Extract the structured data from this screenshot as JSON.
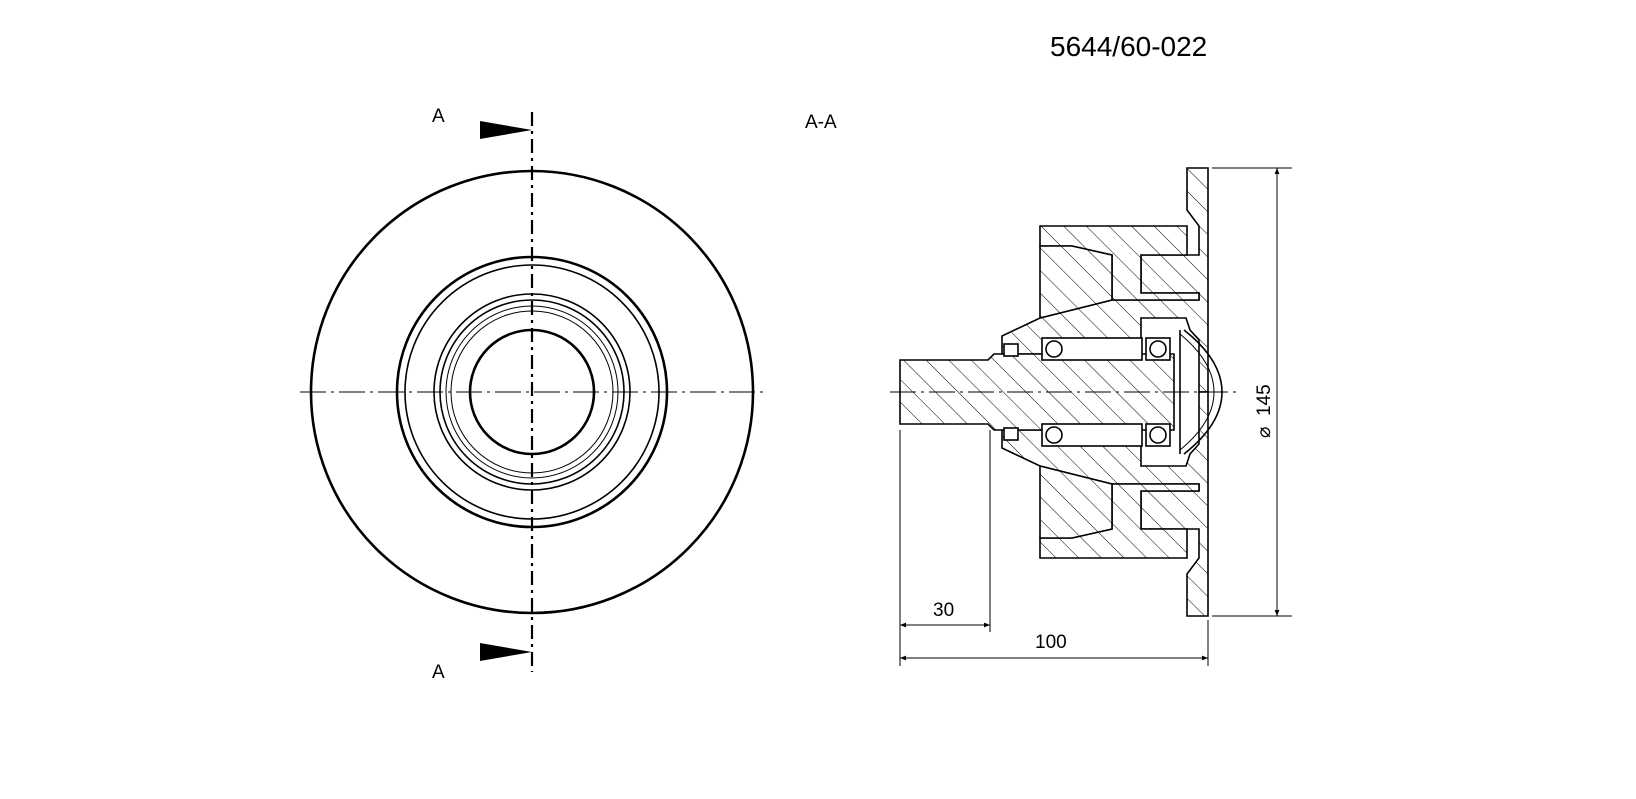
{
  "drawing": {
    "part_number": "5644/60-022",
    "section_marker_top": "A",
    "section_marker_bottom": "A",
    "section_view_label": "A-A",
    "dimensions": {
      "diameter": "145",
      "shaft_length": "30",
      "overall_length": "100"
    },
    "symbols": {
      "diameter_symbol": "diameter-icon"
    }
  }
}
